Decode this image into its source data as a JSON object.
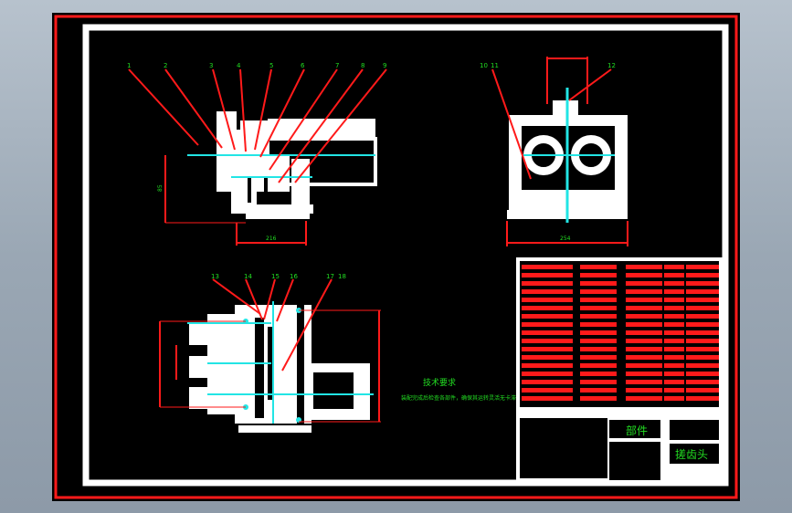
{
  "drawing": {
    "title_cn": "搓齿头",
    "category_cn": "部件",
    "tech_req_title": "技术要求",
    "tech_req_text": "装配完成后检查各部件，确保其运转灵活无卡滞。",
    "callouts_top": [
      "1",
      "2",
      "3",
      "4",
      "5",
      "6",
      "7",
      "8",
      "9"
    ],
    "callouts_right": [
      "10",
      "11",
      "12"
    ],
    "callouts_bottom": [
      "13",
      "14",
      "15",
      "16",
      "17",
      "18"
    ],
    "dim_top_width": "216",
    "dim_right_width": "254",
    "dim_top_vertical": "85"
  },
  "colors": {
    "frame_red": "#ff1a1a",
    "part_white": "#ffffff",
    "center_cyan": "#22e5e5",
    "text_green": "#22dd22",
    "background": "#000000"
  }
}
